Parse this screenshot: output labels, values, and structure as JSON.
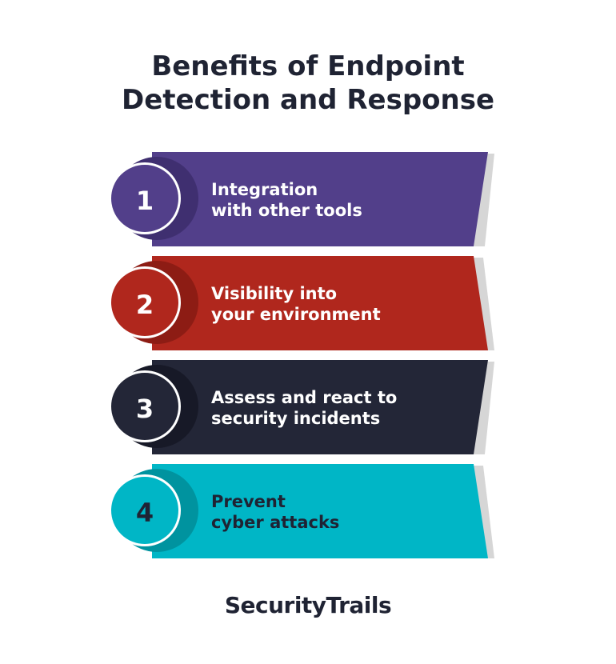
{
  "title": {
    "line1": "Benefits of Endpoint",
    "line2": "Detection and Response"
  },
  "items": [
    {
      "number": "1",
      "line1": "Integration",
      "line2": "with other tools",
      "color": "#523f8a",
      "shade": "#3f2f70",
      "text_color": "#ffffff"
    },
    {
      "number": "2",
      "line1": "Visibility into",
      "line2": "your environment",
      "color": "#b0271d",
      "shade": "#8d1c14",
      "text_color": "#ffffff"
    },
    {
      "number": "3",
      "line1": "Assess and react to",
      "line2": "security incidents",
      "color": "#232637",
      "shade": "#171927",
      "text_color": "#ffffff"
    },
    {
      "number": "4",
      "line1": "Prevent",
      "line2": "cyber attacks",
      "color": "#00b6c6",
      "shade": "#00939f",
      "text_color": "#1f2333"
    }
  ],
  "brand": {
    "name": "SecurityTrails",
    "text_color": "#1f2333"
  }
}
